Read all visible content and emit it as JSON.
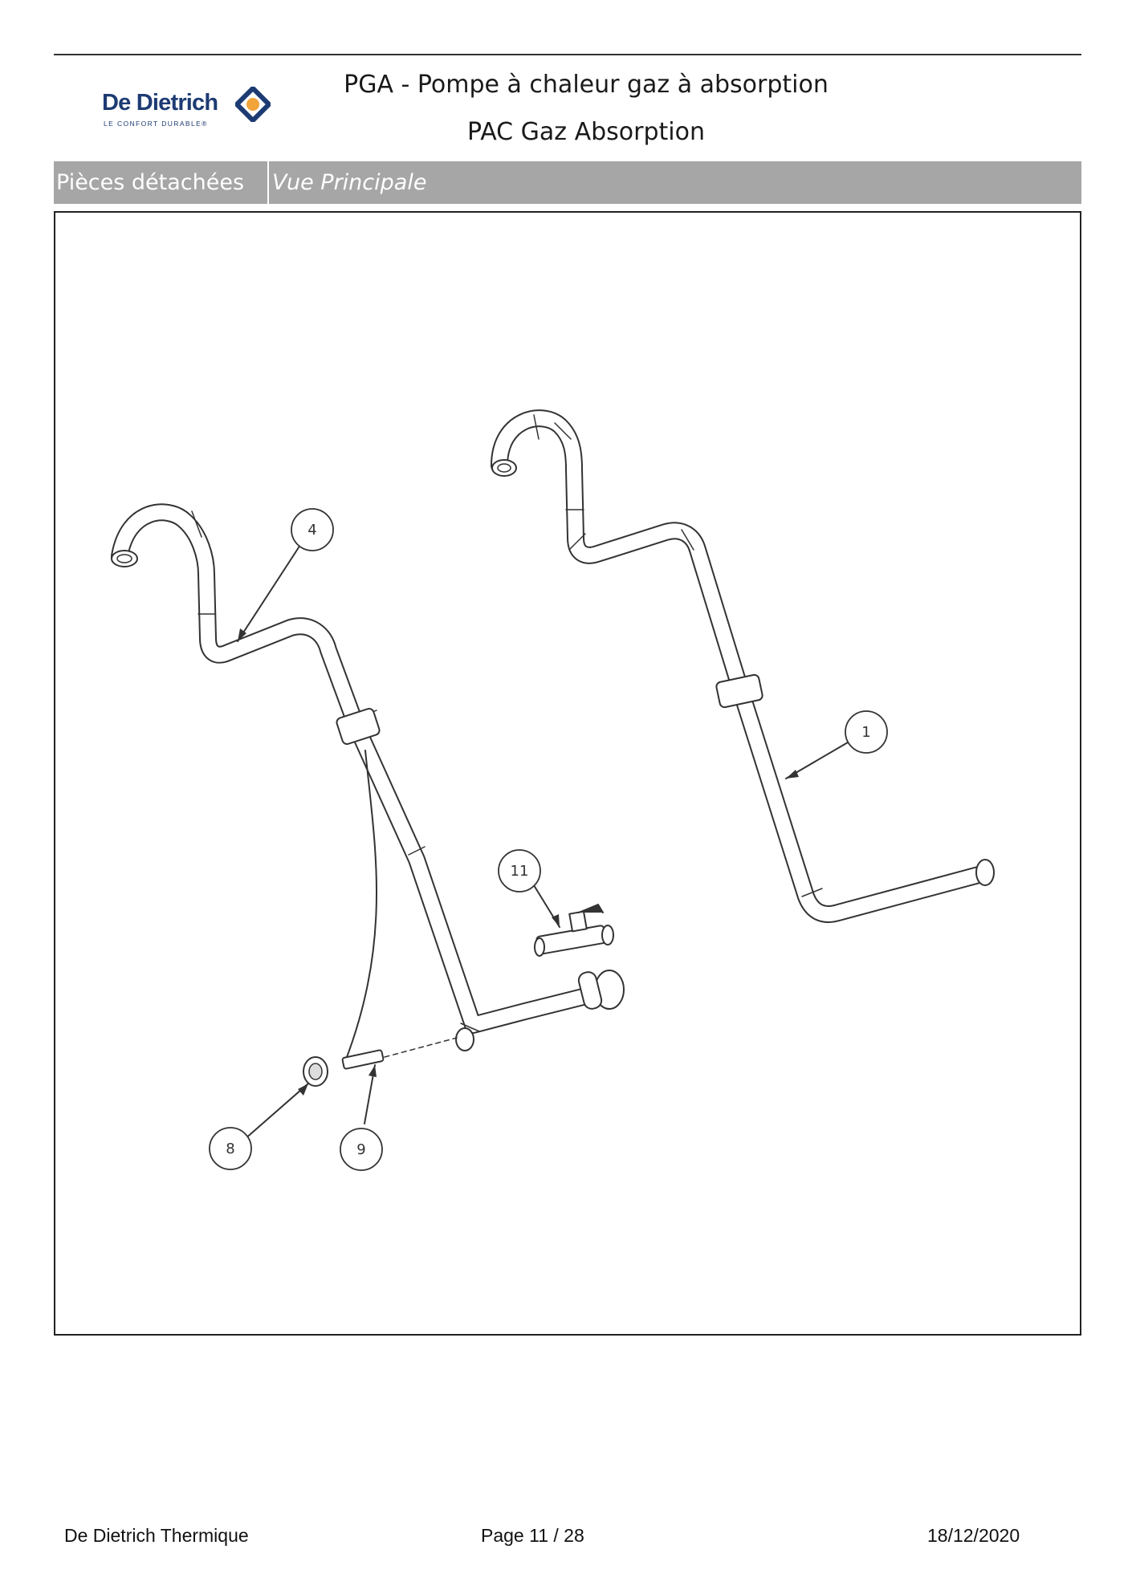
{
  "brand": {
    "name": "De Dietrich",
    "tagline": "LE CONFORT DURABLE®",
    "colors": {
      "navy": "#1d3b73",
      "orange": "#f2a33a"
    }
  },
  "header": {
    "title": "PGA - Pompe à chaleur gaz à absorption",
    "subtitle": "PAC Gaz Absorption"
  },
  "section_band": {
    "category": "Pièces détachées",
    "view": "Vue Principale",
    "color": "#a6a6a6"
  },
  "diagram": {
    "callouts": [
      {
        "id": "1",
        "label": "1"
      },
      {
        "id": "4",
        "label": "4"
      },
      {
        "id": "8",
        "label": "8"
      },
      {
        "id": "9",
        "label": "9"
      },
      {
        "id": "11",
        "label": "11"
      }
    ]
  },
  "footer": {
    "company": "De Dietrich Thermique",
    "page": "Page 11  /  28",
    "date": "18/12/2020"
  }
}
